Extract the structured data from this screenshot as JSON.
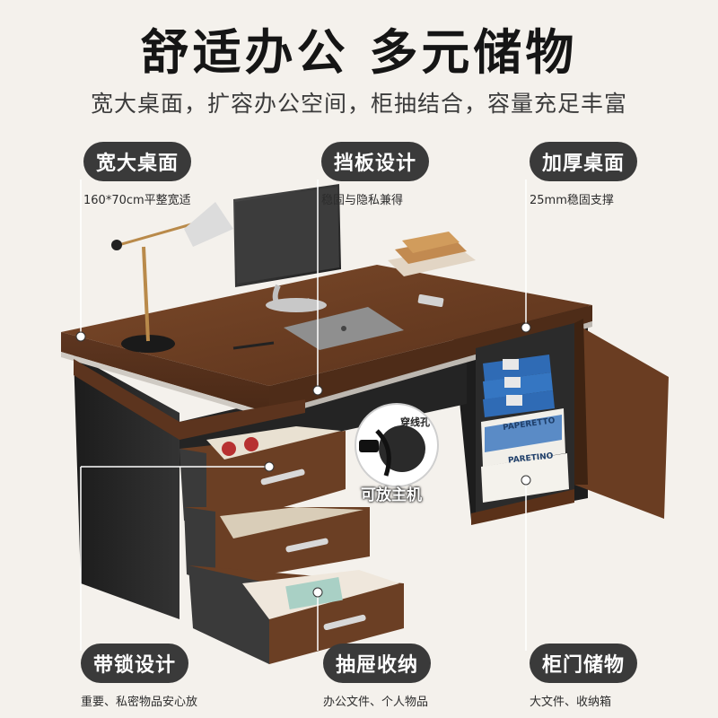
{
  "header": {
    "title": "舒适办公 多元储物",
    "subtitle": "宽大桌面，扩容办公空间，柜抽结合，容量充足丰富"
  },
  "features": {
    "top": [
      {
        "title": "宽大桌面",
        "desc": "160*70cm平整宽适"
      },
      {
        "title": "挡板设计",
        "desc": "稳固与隐私兼得"
      },
      {
        "title": "加厚桌面",
        "desc": "25mm稳固支撑"
      }
    ],
    "bottom": [
      {
        "title": "带锁设计",
        "desc": "重要、私密物品安心放"
      },
      {
        "title": "抽屉收纳",
        "desc": "办公文件、个人物品"
      },
      {
        "title": "柜门储物",
        "desc": "大文件、收纳箱"
      }
    ]
  },
  "callouts": {
    "host": "可放主机",
    "cable_hole": "穿线孔"
  },
  "product_text": {
    "box_1": "PAPERETTO",
    "box_2": "PARETINO"
  },
  "colors": {
    "background": "#f4f1ec",
    "pill": "#3a3a3a",
    "wood": "#6b3f24",
    "frame": "#2a2a2a"
  }
}
